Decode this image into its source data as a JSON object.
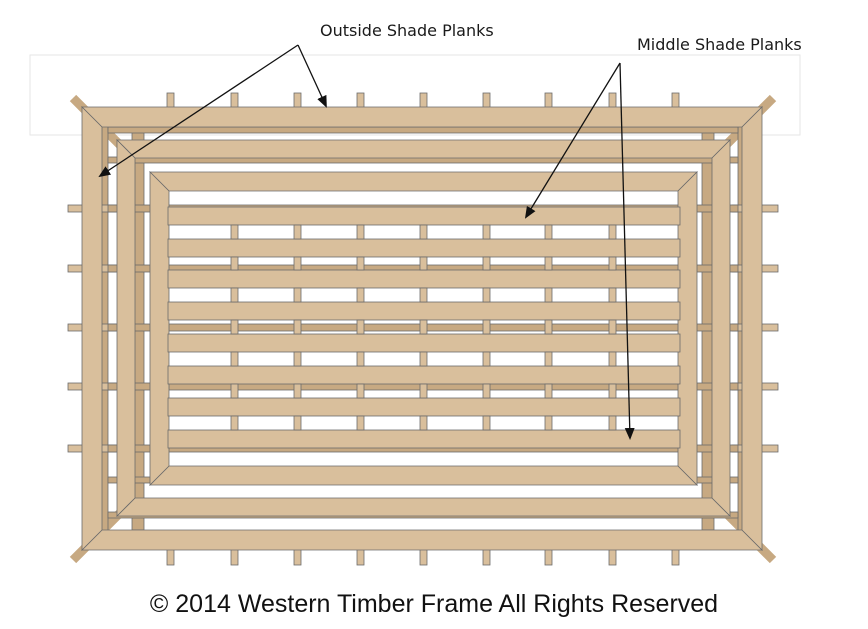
{
  "labels": {
    "outside": "Outside Shade Planks",
    "middle": "Middle Shade Planks"
  },
  "copyright": "© 2014 Western Timber Frame All Rights Reserved",
  "colors": {
    "wood": "#d9bf9c",
    "wood_dark": "#c7a982",
    "outline": "#6b6b6b",
    "arrow": "#111111"
  }
}
